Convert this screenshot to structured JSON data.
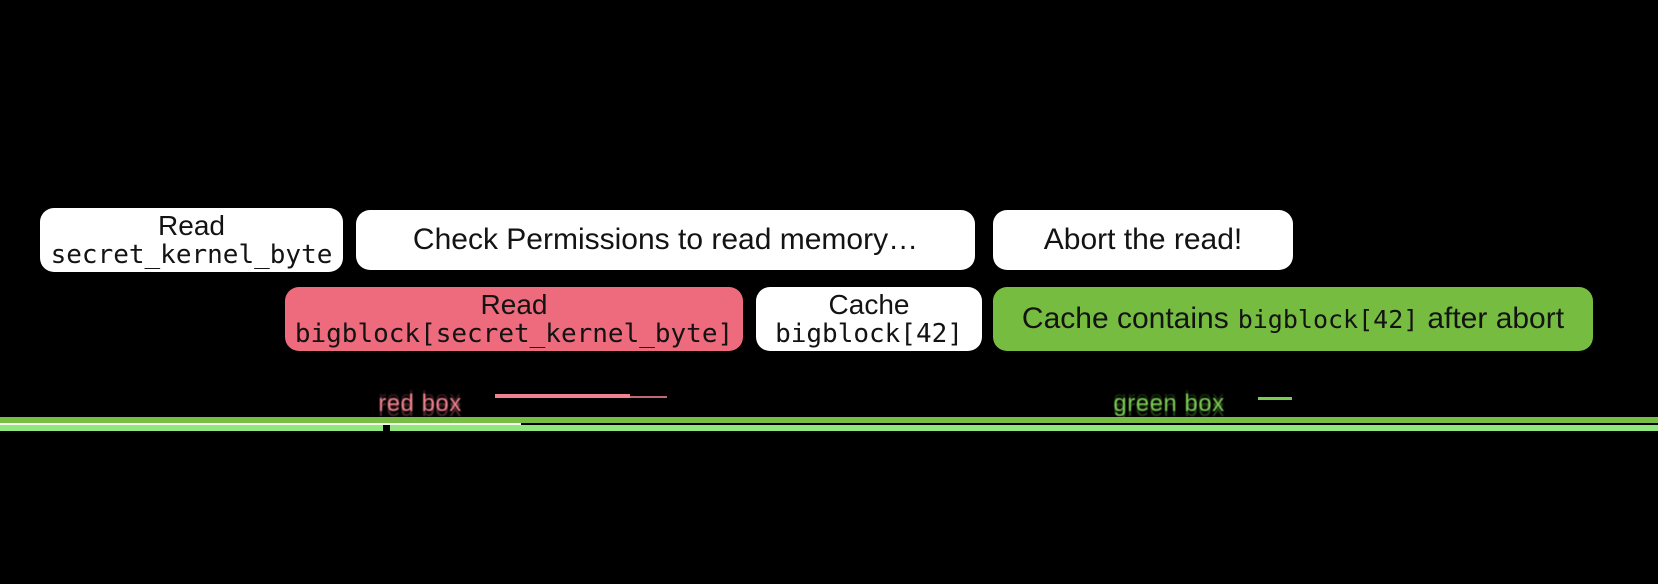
{
  "slide": {
    "steps": {
      "read_secret": {
        "title": "Read",
        "code": "secret_kernel_byte"
      },
      "check_permissions": {
        "title": "Check Permissions to read memory…"
      },
      "abort": {
        "title": "Abort the read!"
      },
      "read_bigblock": {
        "title": "Read",
        "code": "bigblock[secret_kernel_byte]"
      },
      "cache_bigblock": {
        "title": "Cache",
        "code": "bigblock[42]"
      },
      "cache_contains": {
        "pre": "Cache contains",
        "code": "bigblock[42]",
        "post": "after abort"
      }
    },
    "captions": {
      "red_box": "red box",
      "green_box": "green box"
    }
  },
  "colors": {
    "bg": "#000000",
    "box_white": "#FFFFFF",
    "box_red": "#ED6B7D",
    "box_green": "#76BC40",
    "box_text": "#131313",
    "caption_red": "#F28290",
    "caption_green": "#7CCE52",
    "line_green": "#79BE44",
    "stripe_green": "#8FE77D",
    "line_white": "#F4F6EC"
  }
}
